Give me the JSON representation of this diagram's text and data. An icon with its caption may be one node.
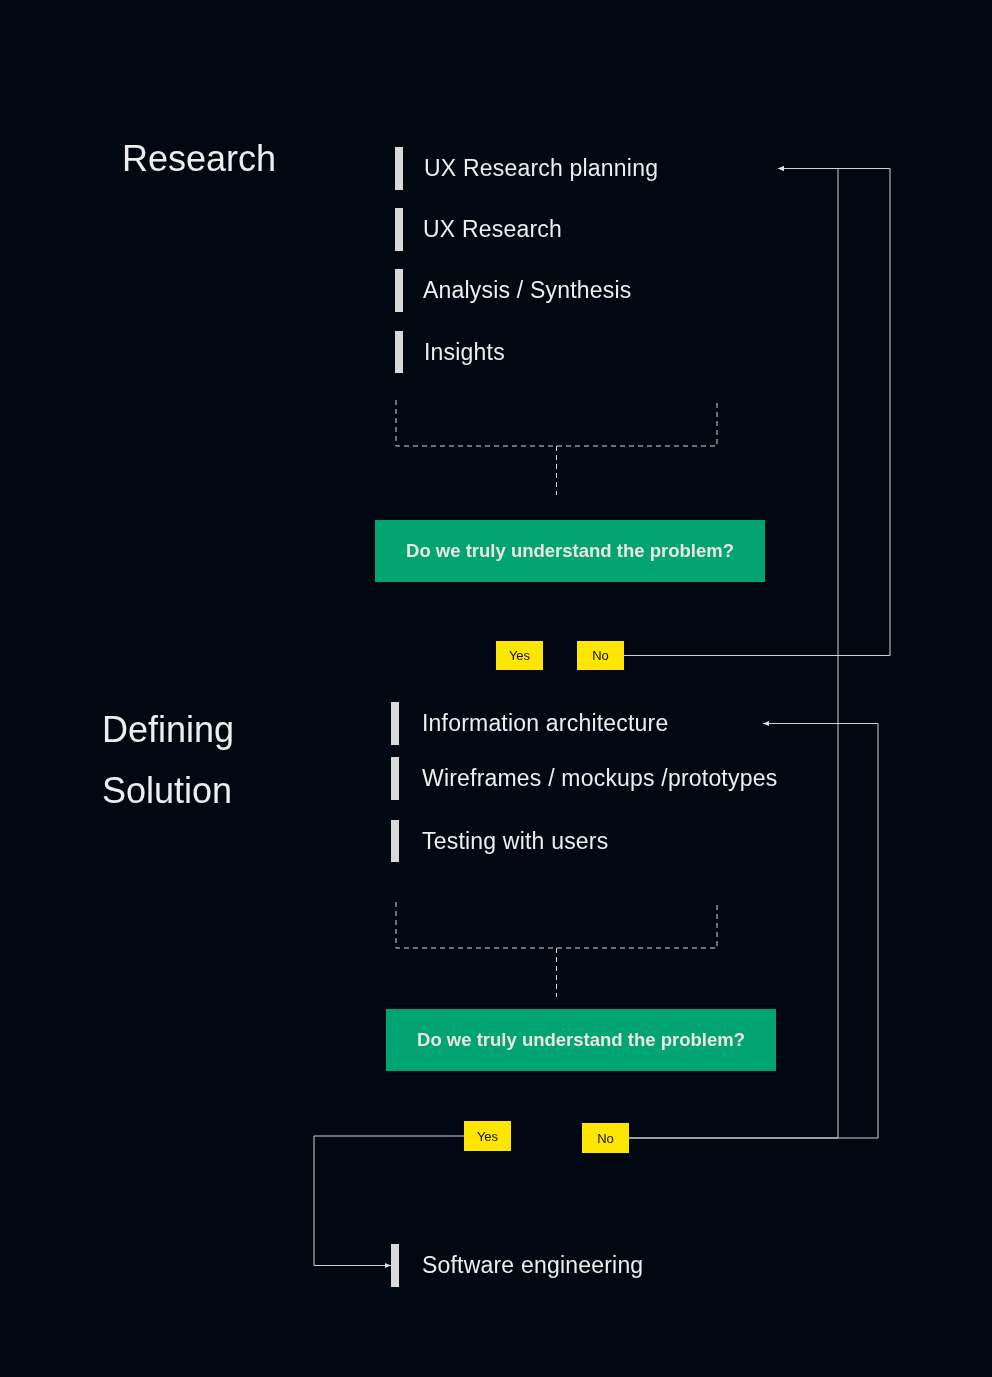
{
  "diagram": {
    "nodes": [
      {
        "text": [
          "UX Research planning"
        ]
      },
      {
        "text": [
          "UX Research"
        ]
      },
      {
        "text": [
          "Analysis / Synthesis"
        ]
      },
      {
        "text": [
          "Insights"
        ]
      },
      {
        "text": [
          "Do we truly understand the problem?"
        ]
      },
      {
        "text": [
          "Yes"
        ]
      },
      {
        "text": [
          "No"
        ]
      },
      {
        "text": [
          "Information architecture"
        ]
      },
      {
        "text": [
          "Wireframes / mockups /prototypes"
        ]
      },
      {
        "text": [
          "Testing with users"
        ]
      },
      {
        "text": [
          "Do we truly understand the problem?"
        ]
      },
      {
        "text": [
          "Yes"
        ]
      },
      {
        "text": [
          "No"
        ]
      },
      {
        "text": [
          "Software engineering"
        ]
      }
    ],
    "edges": [
      {
        "from": 6,
        "to": 0,
        "arrow": "to"
      },
      {
        "from": 12,
        "to": 0,
        "arrow": "to"
      },
      {
        "from": 12,
        "to": 7,
        "arrow": "to"
      },
      {
        "from": 11,
        "to": 13,
        "arrow": "to"
      }
    ],
    "labels": [
      "Research",
      "Defining Solution"
    ]
  }
}
